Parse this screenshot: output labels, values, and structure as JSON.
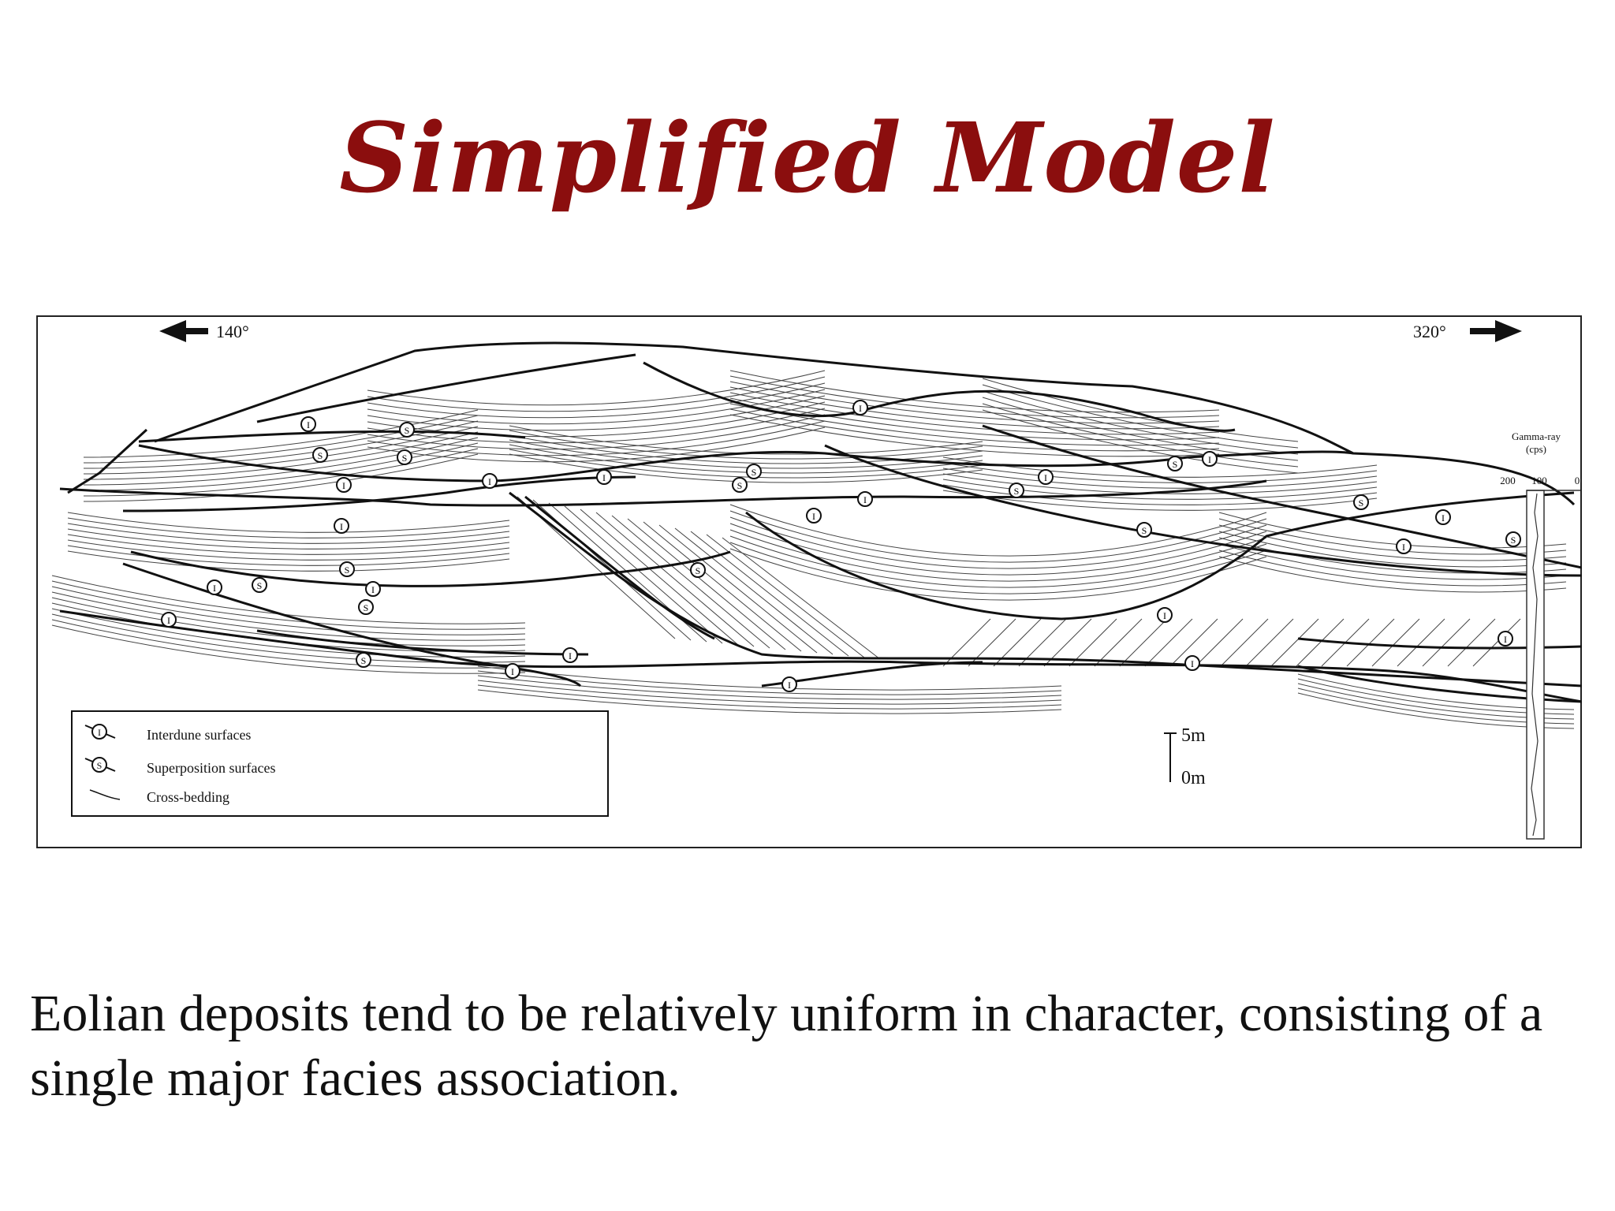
{
  "slide": {
    "title": "Simplified Model",
    "body": "Eolian deposits tend to be relatively uniform in character, consisting of a single major facies association."
  },
  "diagram": {
    "direction_left": "140°",
    "direction_right": "320°",
    "gamma_label_line1": "Gamma-ray",
    "gamma_label_line2": "(cps)",
    "gamma_ticks": [
      "200",
      "100",
      "0"
    ],
    "scale_top": "5m",
    "scale_bottom": "0m",
    "surface_marker_interdune": "I",
    "surface_marker_superposition": "S",
    "legend": [
      {
        "symbol": "I",
        "label": "Interdune surfaces"
      },
      {
        "symbol": "S",
        "label": "Superposition surfaces"
      },
      {
        "symbol": "",
        "label": "Cross-bedding"
      }
    ]
  },
  "colors": {
    "title": "#8b0e0e",
    "text": "#111111",
    "line": "#111111"
  }
}
